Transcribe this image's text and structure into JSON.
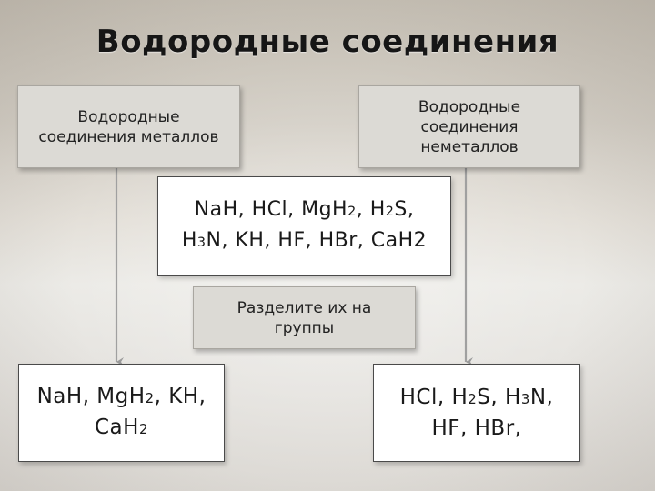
{
  "slide": {
    "title": "Водородные соединения",
    "metals_box": {
      "line1": "Водородные",
      "line2": "соединения металлов"
    },
    "nonmetals_box": {
      "line1": "Водородные",
      "line2": "соединения",
      "line3": "неметаллов"
    },
    "formula_list": {
      "l1": [
        "NaH, HCl, MgH",
        "2",
        ", H",
        "2",
        "S,"
      ],
      "l2": [
        "H",
        "3",
        "N, KH, HF, HBr, CaH2"
      ]
    },
    "task_box": {
      "line1": "Разделите их на",
      "line2": "группы"
    },
    "metals_answer": {
      "l1": [
        "NaH, MgH",
        "2",
        ", KH,"
      ],
      "l2": [
        "CaH",
        "2"
      ]
    },
    "nonmetals_answer": {
      "l1": [
        "HCl, H",
        "2",
        "S, H",
        "3",
        "N,"
      ],
      "l2": "HF, HBr,"
    }
  },
  "colors": {
    "arrow": "#9a9a9a",
    "grey_box": "#dcdad5",
    "white_box": "#ffffff"
  }
}
